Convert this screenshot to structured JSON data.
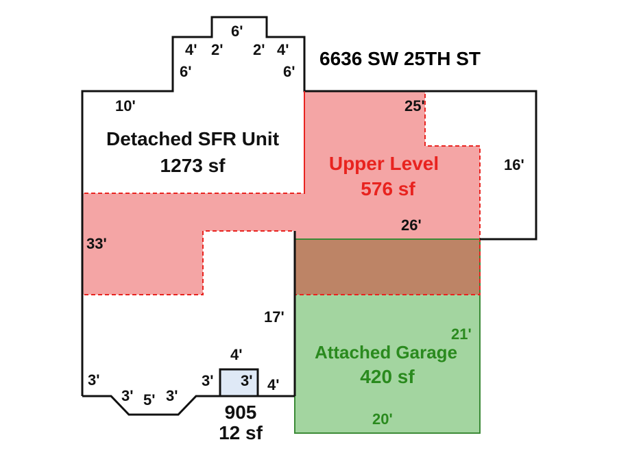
{
  "address": "6636 SW 25TH ST",
  "colors": {
    "outline": "#111111",
    "upper_fill": "#f4a5a5",
    "upper_stroke": "#e8231f",
    "upper_text": "#e8231f",
    "garage_fill": "#a3d5a0",
    "garage_stroke": "#3b8a36",
    "garage_text": "#2a8a1e",
    "overlap_fill": "#bd8466",
    "entry_fill": "#dfe9f6"
  },
  "areas": {
    "sfr": {
      "name": "Detached SFR Unit",
      "area": "1273 sf"
    },
    "upper": {
      "name": "Upper Level",
      "area": "576 sf"
    },
    "garage": {
      "name": "Attached Garage",
      "area": "420 sf"
    },
    "entry": {
      "name": "905",
      "area": "12 sf"
    }
  },
  "dimensions": {
    "top_center": "6'",
    "top_step_left": "2'",
    "top_step_right": "2'",
    "bump_left_width": "4'",
    "bump_right_width": "4'",
    "bump_left_height": "6'",
    "bump_right_height": "6'",
    "top_left": "10'",
    "top_right": "25'",
    "right_side": "16'",
    "upper_bottom": "26'",
    "left_side": "33'",
    "inner_wall": "17'",
    "garage_side": "21'",
    "garage_bottom": "20'",
    "entry_top": "4'",
    "entry_left": "3'",
    "entry_right": "3'",
    "entry_to_garage": "4'",
    "bay_left_side": "3'",
    "bay_left_diag": "3'",
    "bay_bottom": "5'",
    "bay_right_diag": "3'"
  }
}
